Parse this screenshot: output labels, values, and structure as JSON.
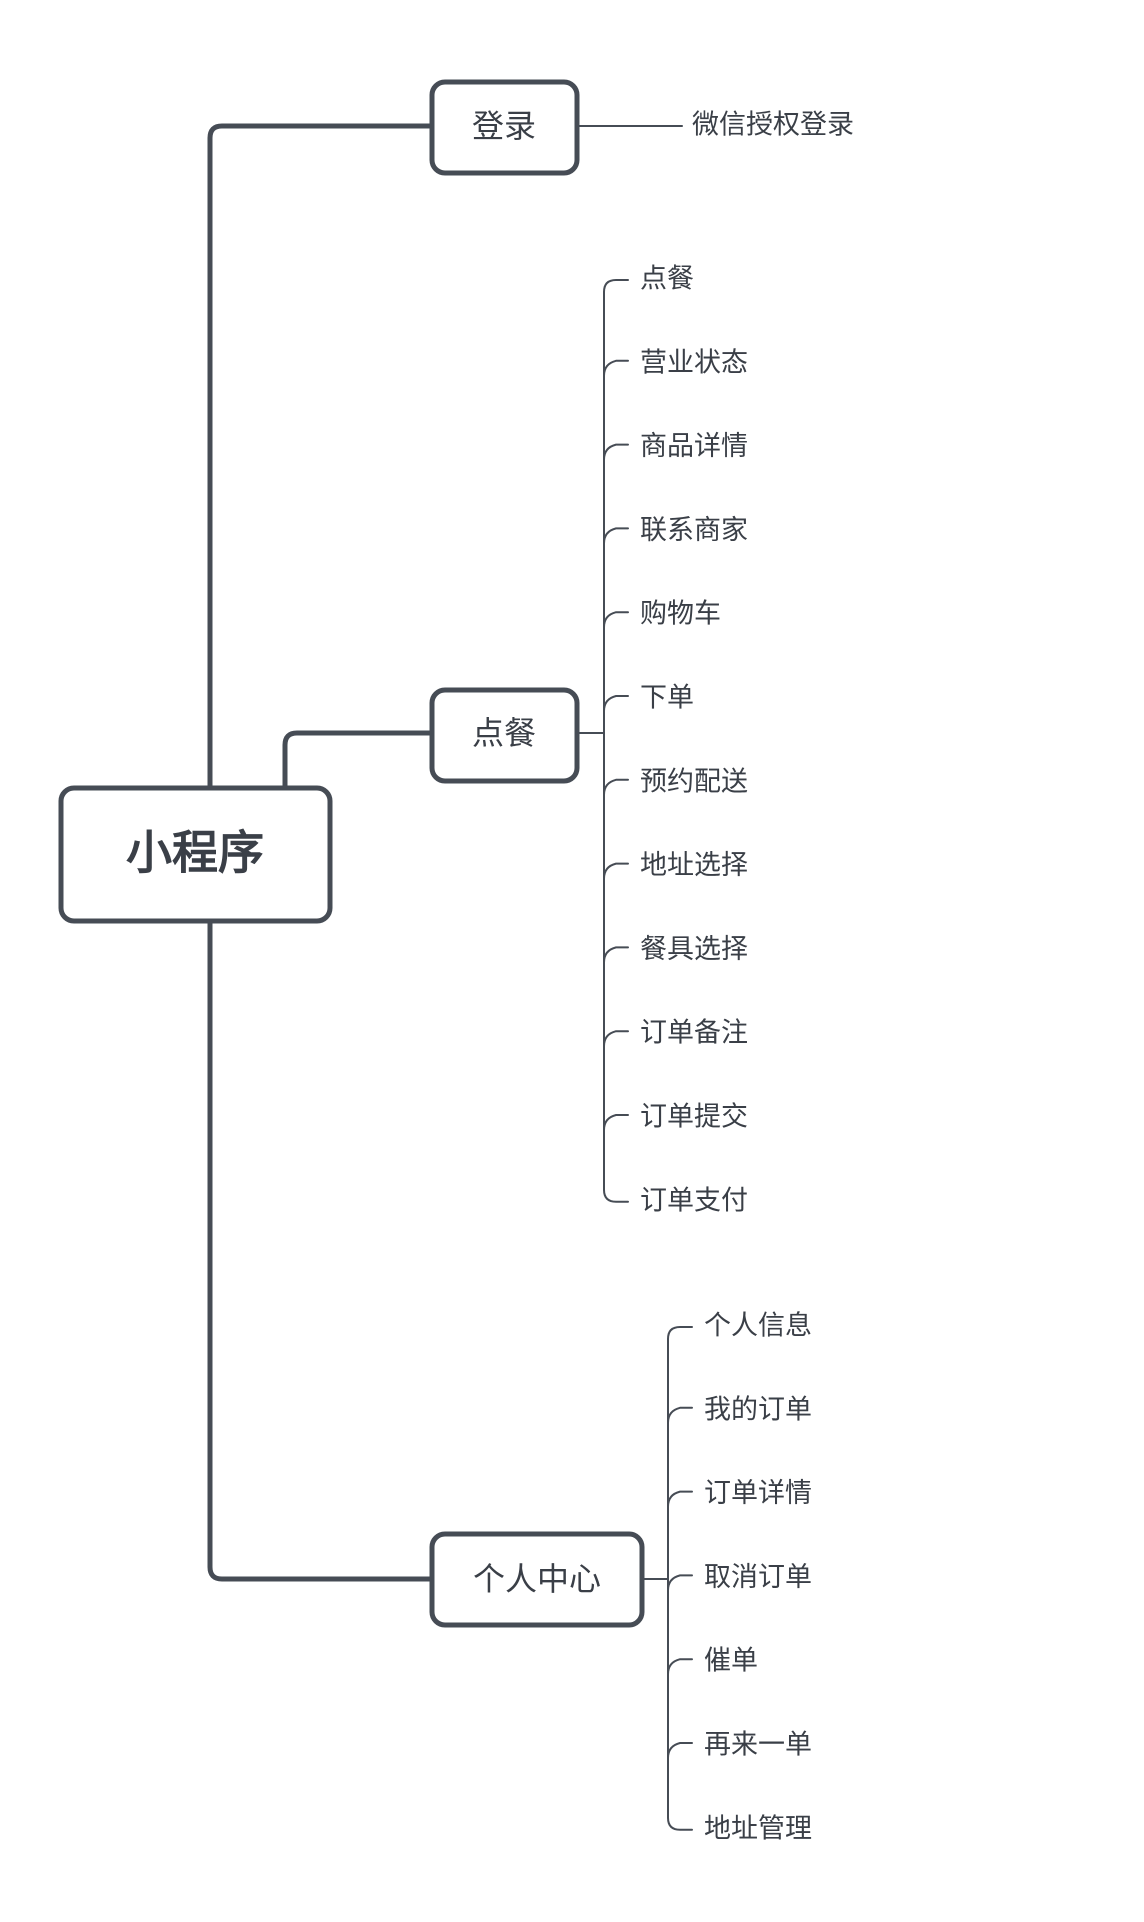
{
  "root": {
    "label": "小程序"
  },
  "branches": [
    {
      "id": "login",
      "label": "登录",
      "children": [
        "微信授权登录"
      ]
    },
    {
      "id": "order",
      "label": "点餐",
      "children": [
        "点餐",
        "营业状态",
        "商品详情",
        "联系商家",
        "购物车",
        "下单",
        "预约配送",
        "地址选择",
        "餐具选择",
        "订单备注",
        "订单提交",
        "订单支付"
      ]
    },
    {
      "id": "personal",
      "label": "个人中心",
      "children": [
        "个人信息",
        "我的订单",
        "订单详情",
        "取消订单",
        "催单",
        "再来一单",
        "地址管理"
      ]
    }
  ],
  "colors": {
    "line": "#464c55",
    "text": "#3a3f47",
    "background": "#ffffff"
  }
}
